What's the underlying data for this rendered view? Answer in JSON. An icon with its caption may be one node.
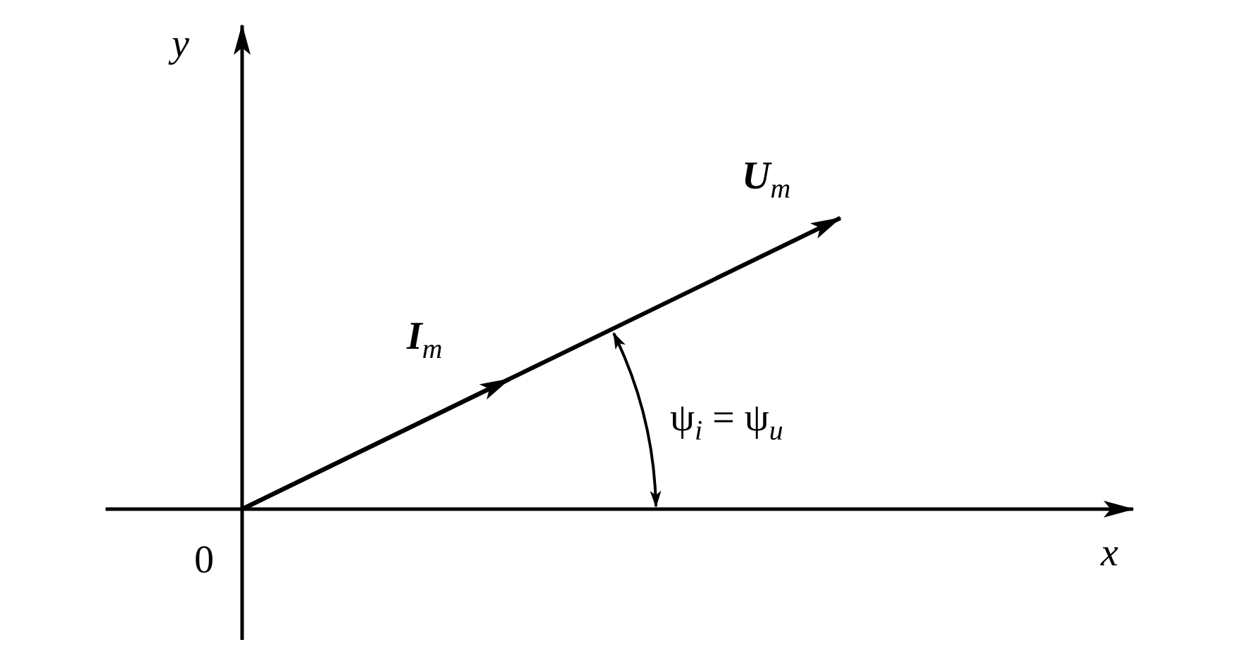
{
  "diagram": {
    "labels": [
      "y",
      "x",
      "0",
      "**U**$_{m}$",
      "**I**$_{m}$",
      "ψ$_{i}$ = ψ$_{u}$"
    ]
  }
}
